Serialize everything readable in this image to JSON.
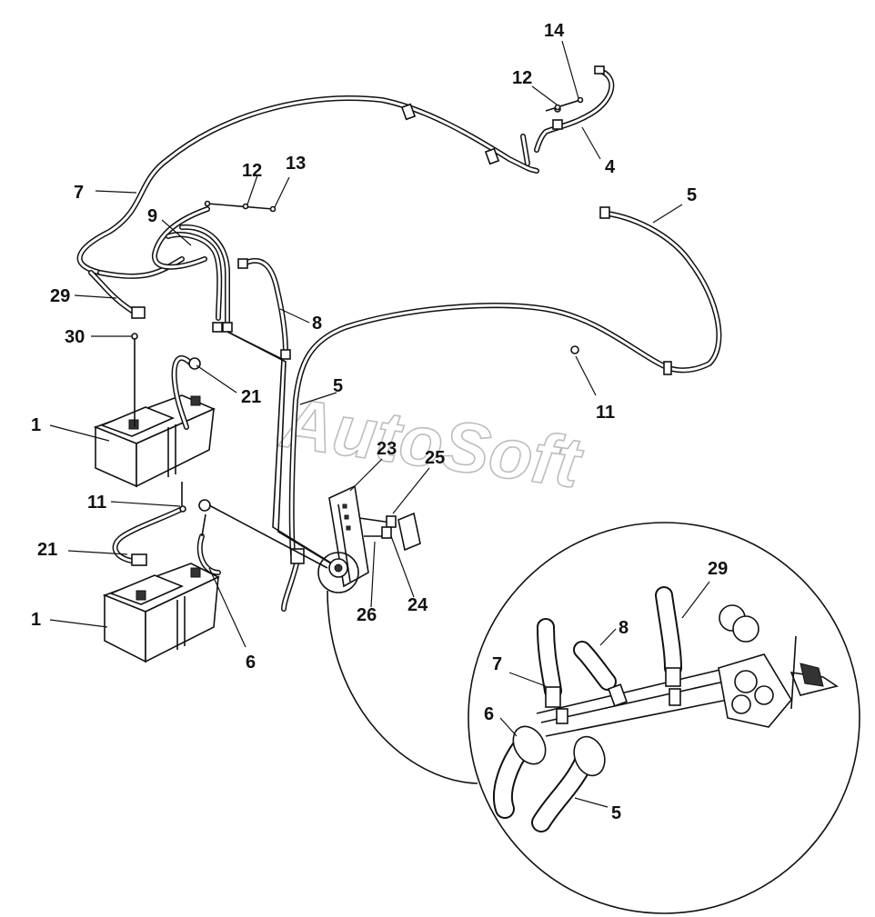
{
  "watermark": "AutoSoft",
  "callouts": {
    "n1a": "1",
    "n1b": "1",
    "n4": "4",
    "n5a": "5",
    "n5b": "5",
    "n5c": "5",
    "n6a": "6",
    "n6b": "6",
    "n7a": "7",
    "n7b": "7",
    "n8a": "8",
    "n8b": "8",
    "n9": "9",
    "n11a": "11",
    "n11b": "11",
    "n12a": "12",
    "n12b": "12",
    "n13": "13",
    "n14": "14",
    "n21a": "21",
    "n21b": "21",
    "n23": "23",
    "n24": "24",
    "n25": "25",
    "n26": "26",
    "n29a": "29",
    "n29b": "29",
    "n30": "30"
  }
}
